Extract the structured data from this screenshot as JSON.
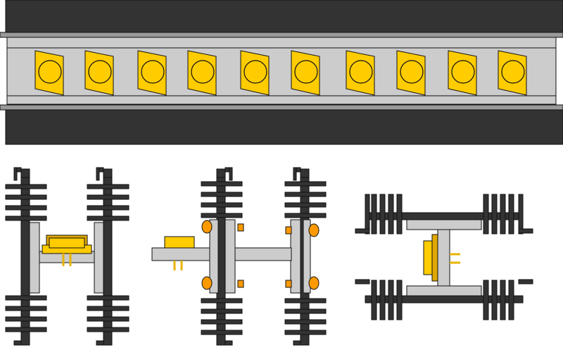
{
  "colors": {
    "background": "#ffffff",
    "dark_rail": "#333333",
    "metal": "#cccccc",
    "metal_dark": "#999999",
    "outline": "#111111",
    "component_yellow": "#ffcc00",
    "component_yellow_dark": "#e0a800",
    "pin": "#e8b400",
    "clip_orange": "#ff9900"
  },
  "diagram": {
    "rail_component_count": 10,
    "views": [
      {
        "name": "h-mount-single-device"
      },
      {
        "name": "h-mount-bridged-clips"
      },
      {
        "name": "horizontal-clamp-mount"
      }
    ]
  }
}
